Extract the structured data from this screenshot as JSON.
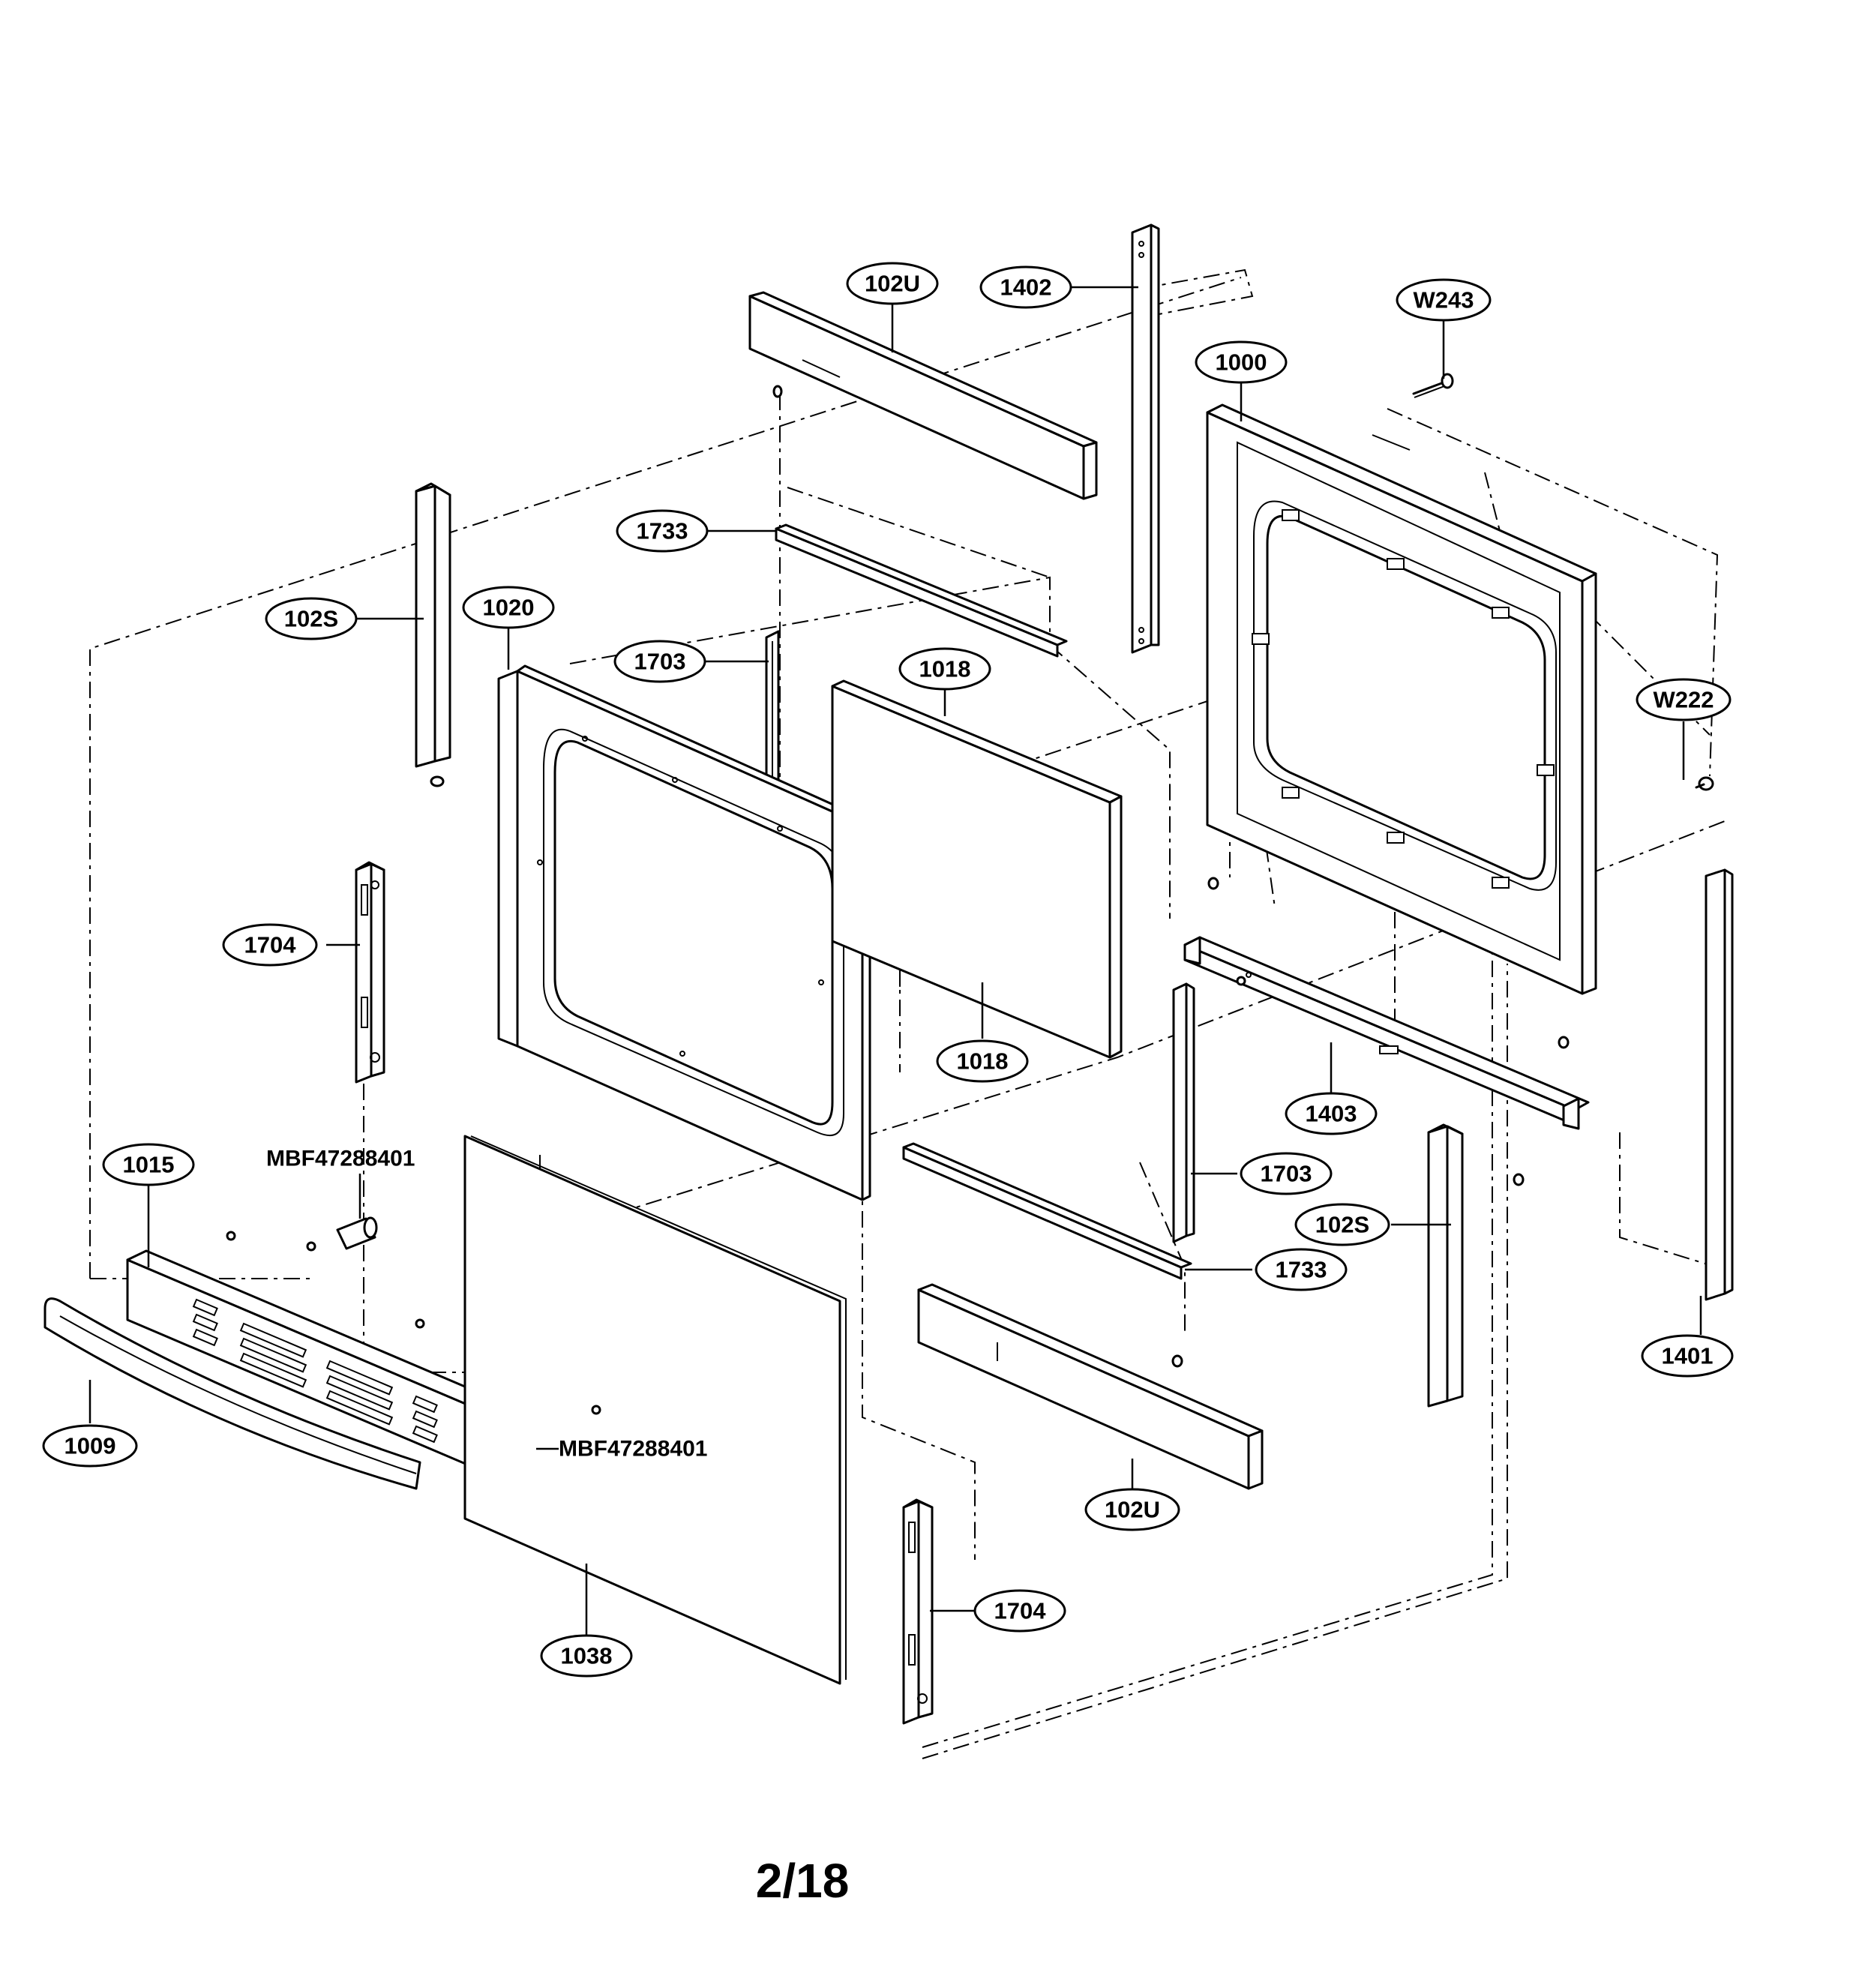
{
  "page_number": "2/18",
  "callouts": {
    "c102U_top": "102U",
    "c1402": "1402",
    "cW243": "W243",
    "c1000": "1000",
    "c1733_top": "1733",
    "c102S_left": "102S",
    "c1020": "1020",
    "c1703_top": "1703",
    "c1018_top": "1018",
    "cW222": "W222",
    "c1704_left": "1704",
    "c1018_mid": "1018",
    "c1403": "1403",
    "c1015": "1015",
    "c1703_bottom": "1703",
    "c102S_right": "102S",
    "c1733_bottom": "1733",
    "c1401": "1401",
    "c1009": "1009",
    "c102U_bottom": "102U",
    "c1704_bottom": "1704",
    "c1038": "1038"
  },
  "plain_labels": {
    "mbf_top": "MBF47288401",
    "mbf_bottom": "MBF47288401"
  }
}
